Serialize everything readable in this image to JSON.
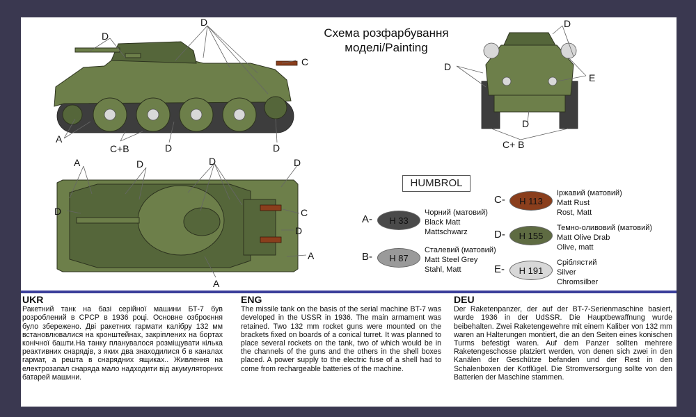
{
  "title": {
    "line1": "Схема розфарбування",
    "line2": "моделі/Painting"
  },
  "humbrol_label": "HUMBROL",
  "callouts": [
    "A",
    "C+B",
    "D",
    "C",
    "E",
    "C+ B"
  ],
  "paints": [
    {
      "letter": "A-",
      "code": "H 33",
      "color": "#4a4a4a",
      "lines": [
        "Чорний (матовий)",
        "Black Matt",
        "Mattschwarz"
      ]
    },
    {
      "letter": "B-",
      "code": "H 87",
      "color": "#9a9a9a",
      "lines": [
        "Сталевий (матовий)",
        "Matt Steel Grey",
        "Stahl, Matt"
      ]
    },
    {
      "letter": "C-",
      "code": "H 113",
      "color": "#8a3e1c",
      "lines": [
        "Іржавий (матовий)",
        "Matt Rust",
        "Rost, Matt"
      ]
    },
    {
      "letter": "D-",
      "code": "H 155",
      "color": "#5e6b42",
      "lines": [
        "Темно-оливовий (матовий)",
        "Matt Olive Drab",
        "Olive, matt"
      ]
    },
    {
      "letter": "E-",
      "code": "H 191",
      "color": "#d8d8d8",
      "lines": [
        "Сріблястий",
        "Silver",
        "Chromsilber"
      ]
    }
  ],
  "colors": {
    "tank": "#6d7f4a",
    "tank_dark": "#55663a",
    "rule": "#3b3f9a",
    "rust": "#8a3e1c"
  },
  "text": {
    "ukr": {
      "heading": "UKR",
      "body": "Ракетний танк на базі серійної машини БТ-7 був розроблений в СРСР в 1936 році. Основне озброєння було збережено. Дві ракетних гармати калібру 132 мм встановлювалися на кронштейнах, закріплених на бортах конічної башти.На танку планувалося розміщувати кілька реактивних снарядів, з яких два знаходилися б в каналах гармат, а решта в снарядних ящиках.. Живлення на електрозапал снаряда мало надходити від акумуляторних батарей машини."
    },
    "eng": {
      "heading": "ENG",
      "body": "The missile tank on the basis of the serial machine BT-7 was developed in the USSR in 1936. The main armament was retained. Two 132 mm rocket guns were mounted on the brackets fixed on boards of a conical turret. It was planned to place several rockets on the tank, two of which would be in the channels of the guns and the others in the shell boxes placed. A power supply to the electric fuse of a shell had to come from rechargeable batteries of the machine."
    },
    "deu": {
      "heading": "DEU",
      "body": "Der Raketenpanzer, der auf der BT-7-Serienmaschine basiert, wurde 1936 in der UdSSR. Die Hauptbewaffnung wurde beibehalten. Zwei Raketengewehre mit einem Kaliber von 132 mm waren an Halterungen montiert, die an den Seiten eines konischen Turms befestigt waren. Auf dem Panzer sollten mehrere Raketengeschosse platziert werden, von denen sich zwei in den Kanälen der Geschütze befanden und der Rest in den Schalenboxen der Kotflügel. Die Stromversorgung sollte von den Batterien der Maschine stammen."
    }
  }
}
